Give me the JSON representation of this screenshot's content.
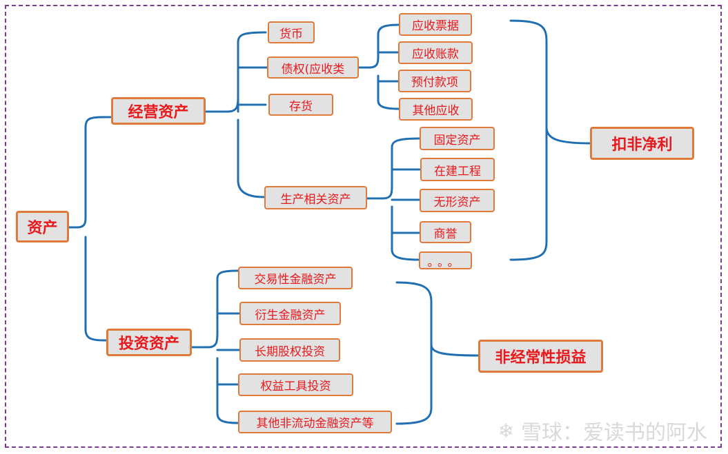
{
  "nodes": {
    "assets": "资产",
    "operating_assets": "经营资产",
    "investment_assets": "投资资产",
    "currency": "货币",
    "receivables_group": "债权(应收类",
    "inventory": "存货",
    "production_assets": "生产相关资产",
    "notes_receivable": "应收票据",
    "accounts_receivable": "应收账款",
    "prepayments": "预付款项",
    "other_receivables": "其他应收",
    "fixed_assets": "固定资产",
    "construction_in_progress": "在建工程",
    "intangible_assets": "无形资产",
    "goodwill": "商誉",
    "ellipsis": "。。。",
    "trading_financial_assets": "交易性金融资产",
    "derivative_financial_assets": "衍生金融资产",
    "long_term_equity_investment": "长期股权投资",
    "equity_instrument_investment": "权益工具投资",
    "other_noncurrent_financial_assets": "其他非流动金融资产等",
    "net_profit_excl_nonrecurring": "扣非净利",
    "nonrecurring_gains_losses": "非经常性损益"
  },
  "watermark": {
    "logo_icon": "snowball-icon",
    "text": "雪球：爱读书的阿水"
  },
  "colors": {
    "connector": "#1f6fb2",
    "node_border": "#e07a3a",
    "node_fill": "#e2e2e2",
    "node_text": "#e8191c",
    "frame": "#7a3b8f"
  }
}
